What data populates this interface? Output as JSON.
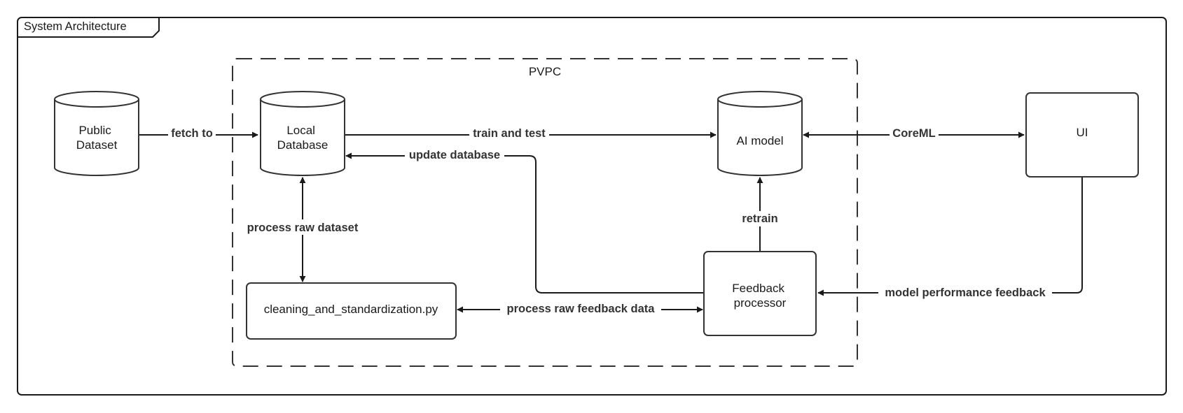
{
  "frame": {
    "title": "System Architecture"
  },
  "group": {
    "title": "PVPC"
  },
  "nodes": {
    "public_dataset": [
      "Public",
      "Dataset"
    ],
    "local_database": [
      "Local",
      "Database"
    ],
    "ai_model": [
      "AI model"
    ],
    "ui": [
      "UI"
    ],
    "cleaning_script": [
      "cleaning_and_standardization.py"
    ],
    "feedback_processor": [
      "Feedback",
      "processor"
    ]
  },
  "edges": {
    "fetch_to": "fetch to",
    "train_and_test": "train and test",
    "update_database": "update database",
    "coreml": "CoreML",
    "process_raw_dataset": "process raw dataset",
    "retrain": "retrain",
    "process_raw_feedback_data": "process raw feedback data",
    "model_performance_feedback": "model performance feedback"
  },
  "colors": {
    "stroke": "#333333",
    "line": "#1a1a1a",
    "text": "#1a1a1a",
    "edge_text": "#333333"
  }
}
